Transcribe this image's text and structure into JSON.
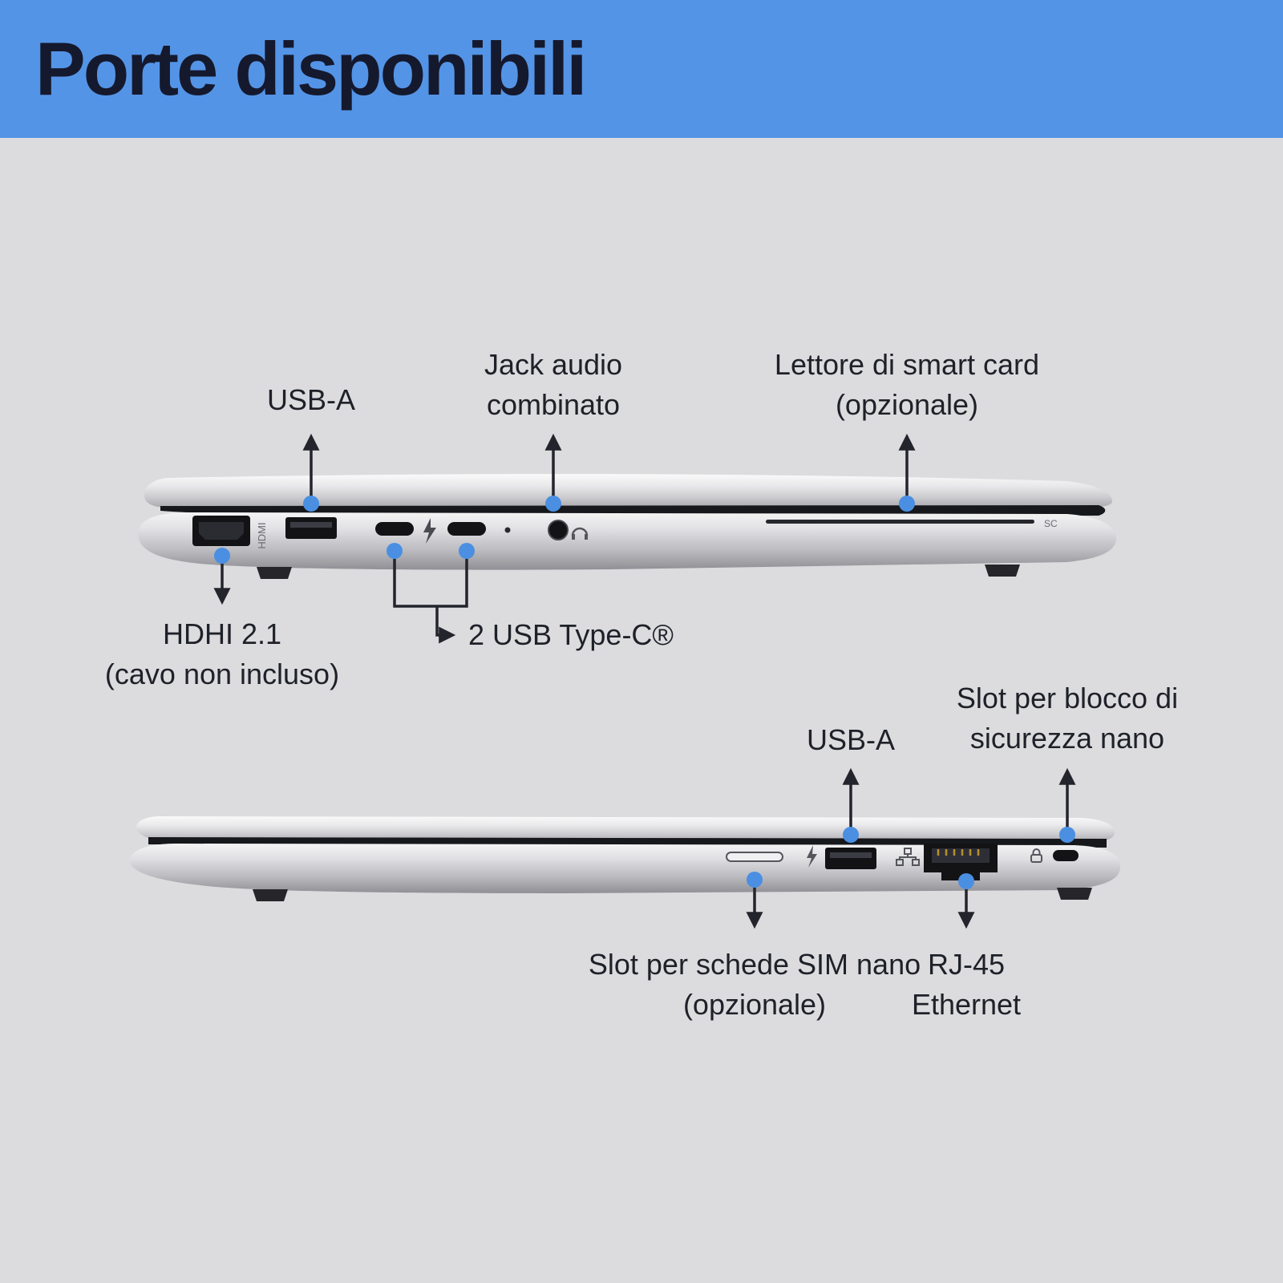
{
  "header": {
    "title": "Porte disponibili"
  },
  "colors": {
    "header_bg": "#5494e6",
    "page_bg": "#dcdcde",
    "text": "#1f2129",
    "accent_dot": "#4a8fe2",
    "arrow": "#23242c"
  },
  "top_view": {
    "view": "left-side-of-laptop",
    "callouts": {
      "usb_a": {
        "lines": [
          "USB-A"
        ]
      },
      "audio_jack": {
        "lines": [
          "Jack audio",
          "combinato"
        ]
      },
      "smart_card": {
        "lines": [
          "Lettore di smart card",
          "(opzionale)"
        ]
      },
      "hdmi": {
        "lines": [
          "HDHI 2.1",
          "(cavo non incluso)"
        ]
      },
      "usb_c": {
        "lines": [
          "2 USB Type-C®"
        ]
      }
    },
    "port_markings": {
      "hdmi": "HDMI",
      "smart_card": "SC"
    }
  },
  "bottom_view": {
    "view": "right-side-of-laptop",
    "callouts": {
      "usb_a": {
        "lines": [
          "USB-A"
        ]
      },
      "security_lock": {
        "lines": [
          "Slot per blocco di",
          "sicurezza nano"
        ]
      },
      "sim": {
        "lines": [
          "Slot per schede SIM nano",
          "(opzionale)"
        ]
      },
      "rj45": {
        "lines": [
          "RJ-45",
          "Ethernet"
        ]
      }
    }
  }
}
